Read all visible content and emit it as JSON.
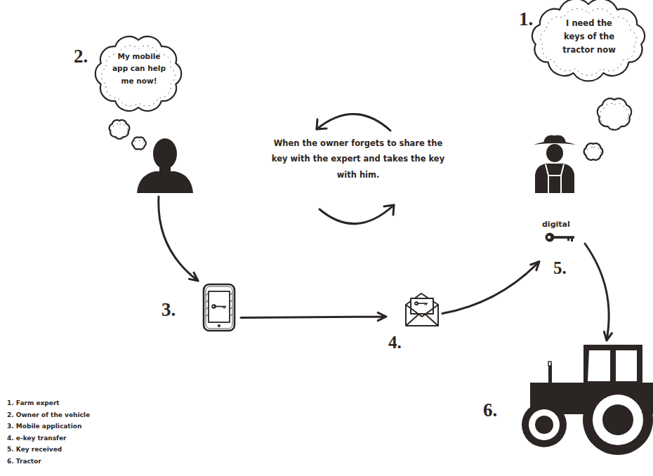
{
  "diagram": {
    "nodes": [
      {
        "text": [
          "1.",
          "I need the keys of the tractor now"
        ]
      },
      {
        "text": [
          "2.",
          "My mobile app can help me now!"
        ]
      },
      {
        "text": [
          "3."
        ]
      },
      {
        "text": [
          "4."
        ]
      },
      {
        "text": [
          "digital",
          "5."
        ]
      },
      {
        "text": [
          "6."
        ]
      }
    ],
    "edges": [
      {
        "from": 1,
        "to": 2,
        "arrow": "to"
      },
      {
        "from": 2,
        "to": 3,
        "arrow": "to"
      },
      {
        "from": 3,
        "to": 4,
        "arrow": "to"
      },
      {
        "from": 4,
        "to": 5,
        "arrow": "to"
      }
    ],
    "labels": [
      "When the owner forgets to share the key with the expert and takes the key with him."
    ],
    "legend": [
      {
        "text": "1. Farm expert"
      },
      {
        "text": "2. Owner of the vehicle"
      },
      {
        "text": "3. Mobile application"
      },
      {
        "text": "4. e-key transfer"
      },
      {
        "text": "5. Key received"
      },
      {
        "text": "6. Tractor"
      }
    ]
  }
}
